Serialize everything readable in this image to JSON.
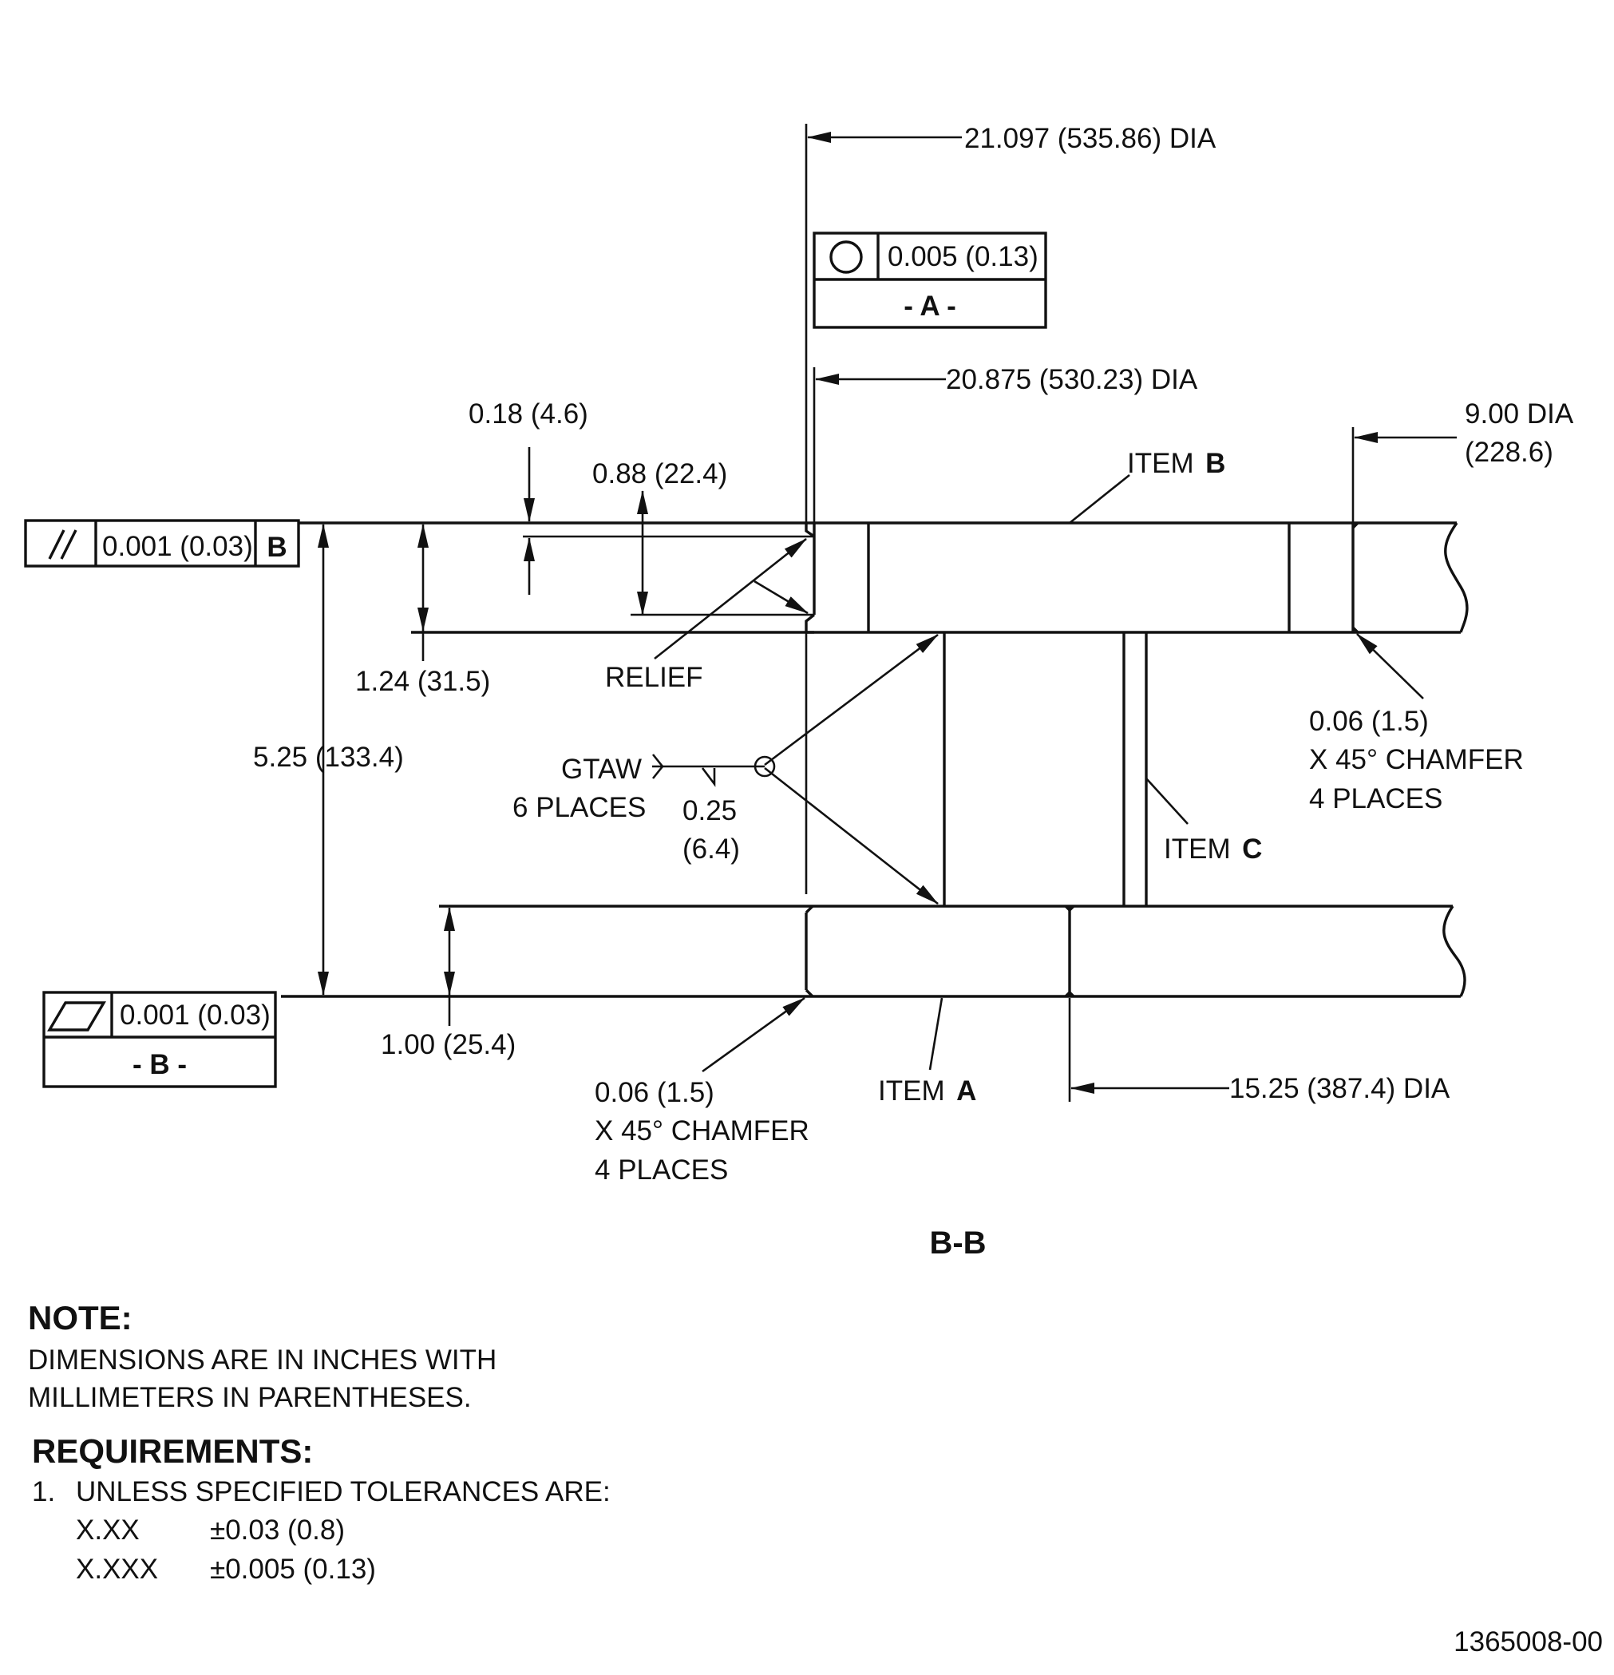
{
  "dims": {
    "dia_21097": "21.097 (535.86) DIA",
    "dia_20875": "20.875 (530.23) DIA",
    "dia_900_a": "9.00 DIA",
    "dia_900_b": "(228.6)",
    "d_018": "0.18 (4.6)",
    "d_088": "0.88 (22.4)",
    "d_124": "1.24 (31.5)",
    "d_525": "5.25 (133.4)",
    "d_100": "1.00 (25.4)",
    "relief": "RELIEF",
    "gtaw": "GTAW",
    "gtaw_places": "6 PLACES",
    "weld_size_a": "0.25",
    "weld_size_b": "(6.4)",
    "chamfer_top_1": "0.06 (1.5)",
    "chamfer_top_2": "X 45° CHAMFER",
    "chamfer_top_3": "4 PLACES",
    "chamfer_bot_1": "0.06 (1.5)",
    "chamfer_bot_2": "X 45° CHAMFER",
    "chamfer_bot_3": "4 PLACES",
    "dia_1525": "15.25 (387.4) DIA"
  },
  "items": {
    "item_label": "ITEM",
    "item_a": "A",
    "item_b": "B",
    "item_c": "C"
  },
  "fcf": {
    "circularity_tol": "0.005 (0.13)",
    "datum_a": "- A -",
    "parallel_tol": "0.001 (0.03)",
    "parallel_datum": "B",
    "flatness_tol": "0.001 (0.03)",
    "datum_b": "- B -"
  },
  "section_label": "B-B",
  "notes": {
    "note_heading": "NOTE:",
    "note_line1": "DIMENSIONS ARE IN INCHES WITH",
    "note_line2": "MILLIMETERS IN PARENTHESES.",
    "req_heading": "REQUIREMENTS:",
    "req_num": "1.",
    "req_line1": "UNLESS SPECIFIED TOLERANCES ARE:",
    "tol_row1_label": "X.XX",
    "tol_row1_value": "±0.03 (0.8)",
    "tol_row2_label": "X.XXX",
    "tol_row2_value": "±0.005 (0.13)"
  },
  "drawing_number": "1365008-00"
}
